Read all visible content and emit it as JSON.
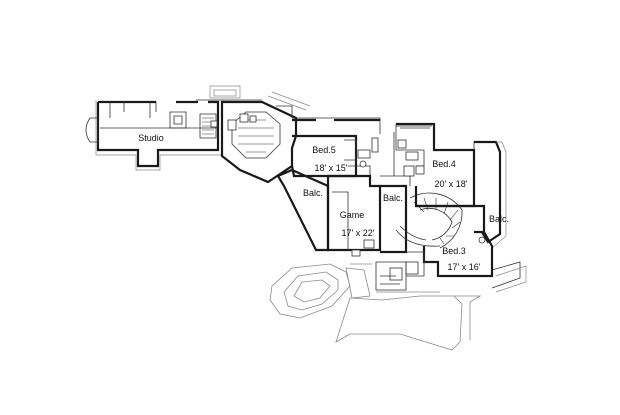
{
  "rooms": {
    "studio": {
      "name": "Studio"
    },
    "bed5": {
      "name": "Bed.5",
      "size": "18' x 15'"
    },
    "bed4": {
      "name": "Bed.4",
      "size": "20' x 18'"
    },
    "game": {
      "name": "Game",
      "size": "17' x 22'"
    },
    "bed3": {
      "name": "Bed.3",
      "size": "17' x 16'"
    },
    "balc_left": {
      "name": "Balc."
    },
    "balc_center": {
      "name": "Balc."
    },
    "balc_right": {
      "name": "Balc."
    }
  }
}
